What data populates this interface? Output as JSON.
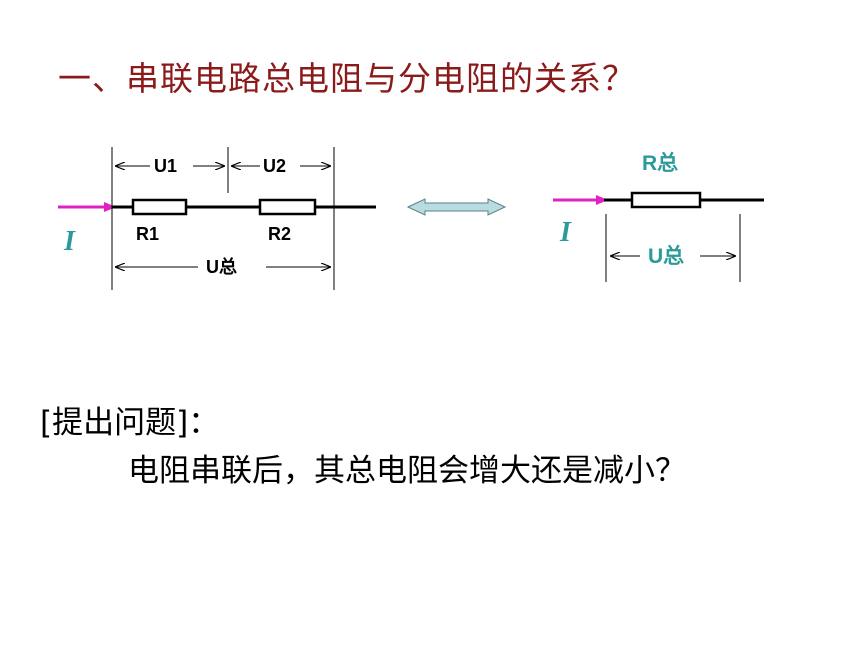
{
  "title": "一、串联电路总电阻与分电阻的关系？",
  "left_circuit": {
    "u1": "U1",
    "u2": "U2",
    "r1": "R1",
    "r2": "R2",
    "u_total": "U总",
    "current": "I"
  },
  "right_circuit": {
    "r_total": "R总",
    "u_total": "U总",
    "current": "I"
  },
  "question": {
    "label": "[提出问题]：",
    "text": "电阻串联后，其总电阻会增大还是减小？"
  },
  "colors": {
    "title": "#8b1a1a",
    "teal": "#2a9a9a",
    "current_arrow": "#e020c0",
    "equivalence_arrow_fill": "#b8dde0"
  }
}
